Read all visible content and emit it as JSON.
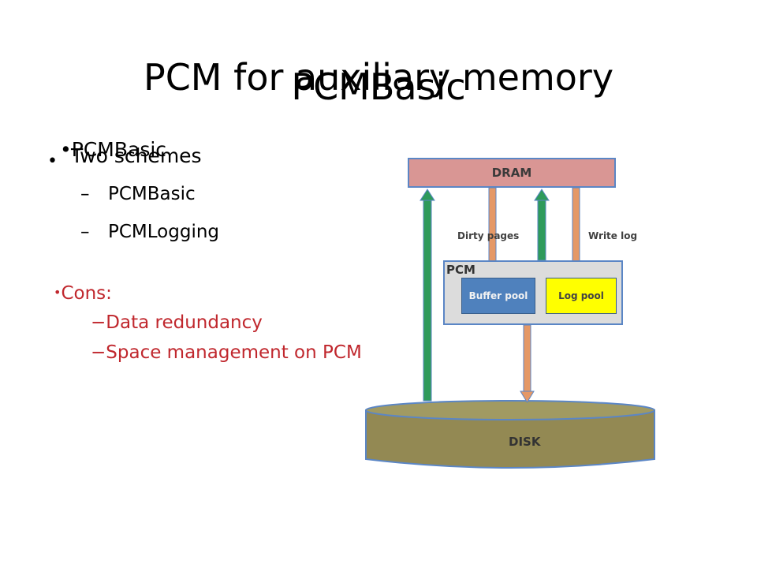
{
  "slide": {
    "title_back": "PCM for auxiliary memory",
    "title_front": "PCMBasic"
  },
  "bullets": {
    "overlay_a": "PCMBasic",
    "overlay_b": "Two schemes",
    "sub_items": [
      "PCMBasic",
      "PCMLogging"
    ],
    "cons_label": "Cons:",
    "cons_items": [
      "−Data redundancy",
      "−Space management on PCM"
    ]
  },
  "diagram": {
    "dram": "DRAM",
    "pcm": "PCM",
    "buffer_pool": "Buffer pool",
    "log_pool": "Log pool",
    "dirty_pages": "Dirty  pages",
    "write_log": "Write  log",
    "disk": "DISK",
    "colors": {
      "dram_fill": "#d99694",
      "pcm_fill": "#dcdcdc",
      "buffer_fill": "#4f81bd",
      "log_fill": "#ffff00",
      "disk_fill": "#938953",
      "green_arrow": "#2e9a5b",
      "orange_arrow": "#e59866",
      "outline": "#5b86c5"
    }
  }
}
